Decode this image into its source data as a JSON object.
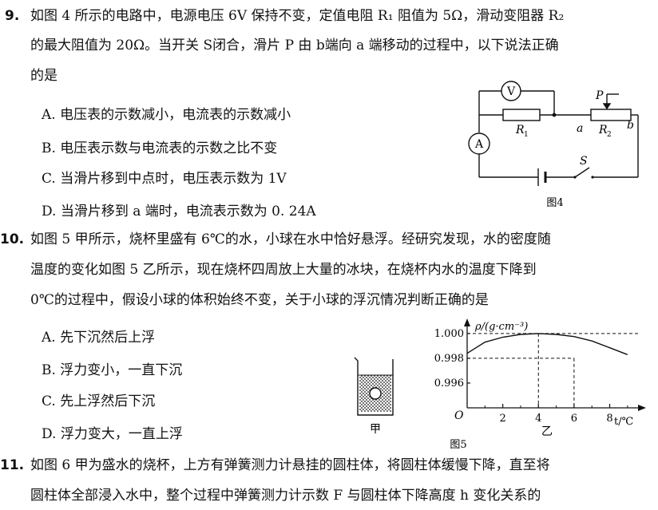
{
  "q9": {
    "num": "9.",
    "l1": "如图 4 所示的电路中，电源电压 6V 保持不变，定值电阻 R₁ 阻值为 5Ω，滑动变阻器 R₂",
    "l2": "的最大阻值为 20Ω。当开关 S闭合，滑片 P 由 b端向 a 端移动的过程中，以下说法正确",
    "l3": "的是",
    "opts": [
      "A.  电压表的示数减小，电流表的示数减小",
      "B.  电压表示数与电流表的示数之比不变",
      "C.  当滑片移到中点时，电压表示数为 1V",
      "D.  当滑片移到 a 端时，电流表示数为 0. 24A"
    ],
    "fig": {
      "V": "V",
      "A": "A",
      "R1": "R",
      "R1sub": "1",
      "R2": "R",
      "R2sub": "2",
      "a": "a",
      "b": "b",
      "P": "P",
      "S": "S",
      "caption": "图4"
    }
  },
  "q10": {
    "num": "10.",
    "l1": "如图 5 甲所示，烧杯里盛有 6℃的水，小球在水中恰好悬浮。经研究发现，水的密度随",
    "l2": "温度的变化如图 5 乙所示，现在烧杯四周放上大量的冰块，在烧杯内水的温度下降到",
    "l3": "0℃的过程中，假设小球的体积始终不变，关于小球的浮沉情况判断正确的是",
    "opts": [
      "A. 先下沉然后上浮",
      "B. 浮力变小，一直下沉",
      "C. 先上浮然后下沉",
      "D. 浮力变大，一直上浮"
    ],
    "jia": "甲",
    "yi": "乙",
    "caption": "图5"
  },
  "q11": {
    "num": "11.",
    "l1": "如图 6 甲为盛水的烧杯，上方有弹簧测力计悬挂的圆柱体，将圆柱体缓慢下降，直至将",
    "l2": "圆柱体全部浸入水中，整个过程中弹簧测力计示数 F 与圆柱体下降高度 h 变化关系的"
  },
  "chart_data": {
    "type": "line",
    "ylabel": "ρ/(g·cm⁻³)",
    "xlabel": "t/℃",
    "origin_label": "O",
    "xticks": [
      "2",
      "4",
      "6",
      "8"
    ],
    "yticks": [
      "1.000",
      "0.998",
      "0.996"
    ],
    "series": [
      {
        "x": [
          0,
          1,
          2,
          3,
          4,
          5,
          6,
          7,
          8,
          9
        ],
        "y": [
          0.9984,
          0.9993,
          0.9997,
          0.99993,
          1.0,
          0.99993,
          0.99975,
          0.9994,
          0.99885,
          0.9983
        ]
      }
    ],
    "xlim": [
      0,
      9.5
    ],
    "ylim": [
      0.994,
      1.0007
    ]
  }
}
